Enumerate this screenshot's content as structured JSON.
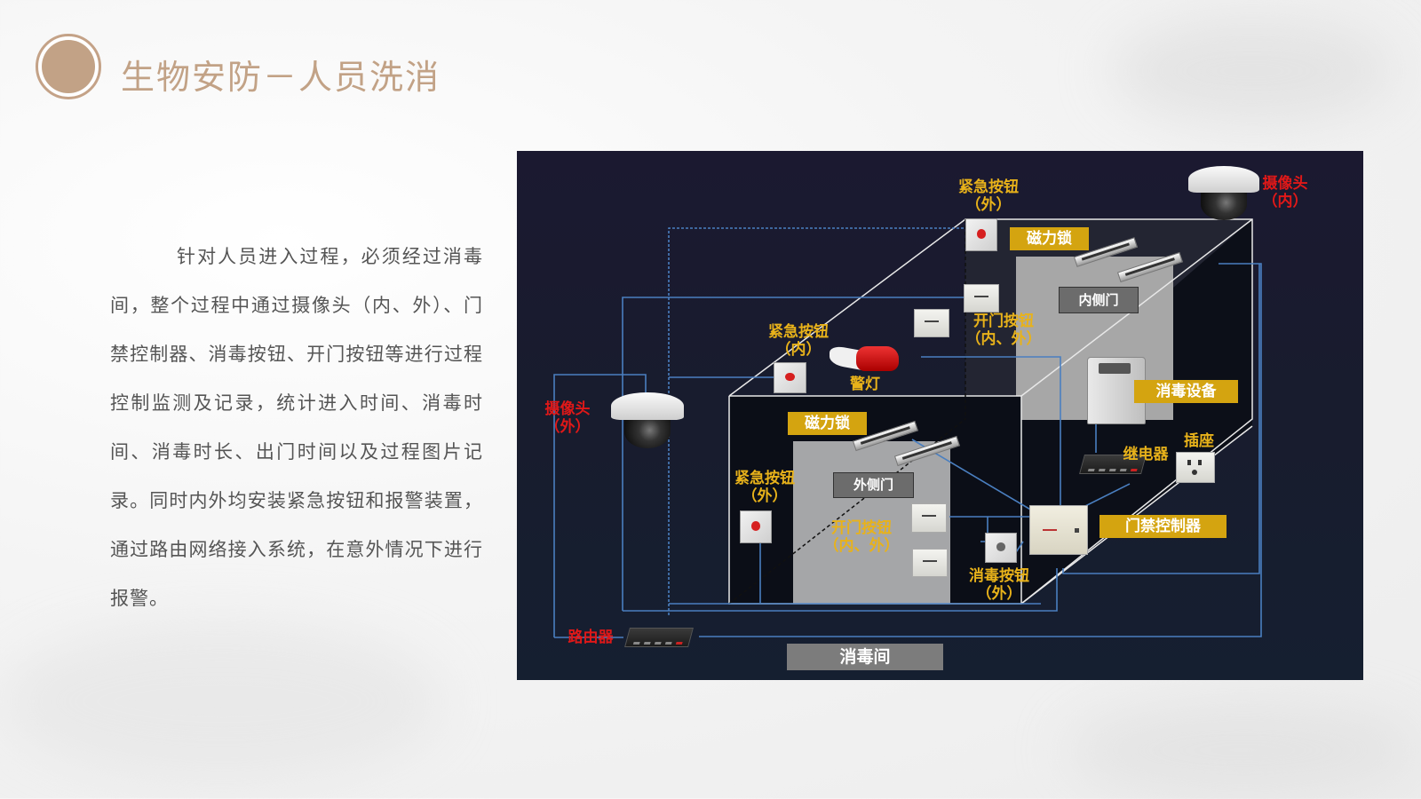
{
  "header": {
    "title": "生物安防－人员洗消",
    "accent_color": "#c2a286"
  },
  "body": {
    "paragraph": "针对人员进入过程，必须经过消毒间，整个过程中通过摄像头（内、外）、门禁控制器、消毒按钮、开门按钮等进行过程控制监测及记录，统计进入时间、消毒时间、消毒时长、出门时间以及过程图片记录。同时内外均安装紧急按钮和报警装置，通过路由网络接入系统，在意外情况下进行报警。"
  },
  "diagram": {
    "room_label": "消毒间",
    "labels": {
      "emergency_button_outer_top": [
        "紧急按钮",
        "（外）"
      ],
      "camera_inner": [
        "摄像头",
        "（内）"
      ],
      "maglock_inner": "磁力锁",
      "inner_door": "内侧门",
      "emergency_button_inner": [
        "紧急按钮",
        "（内）"
      ],
      "alarm_light": "警灯",
      "open_button_upper": [
        "开门按钮",
        "（内、外）"
      ],
      "disinfection_device": "消毒设备",
      "camera_outer": [
        "摄像头",
        "（外）"
      ],
      "maglock_outer": "磁力锁",
      "relay": "继电器",
      "socket": "插座",
      "emergency_button_outer_left": [
        "紧急按钮",
        "（外）"
      ],
      "outer_door": "外侧门",
      "open_button_lower": [
        "开门按钮",
        "（内、外）"
      ],
      "access_controller": "门禁控制器",
      "disinfect_button": [
        "消毒按钮",
        "（外）"
      ],
      "router": "路由器"
    },
    "colors": {
      "label_yellow": "#e8b21a",
      "label_red": "#e01818",
      "tag_gold": "#d4a410",
      "wire_blue": "#4a7fc0"
    }
  }
}
